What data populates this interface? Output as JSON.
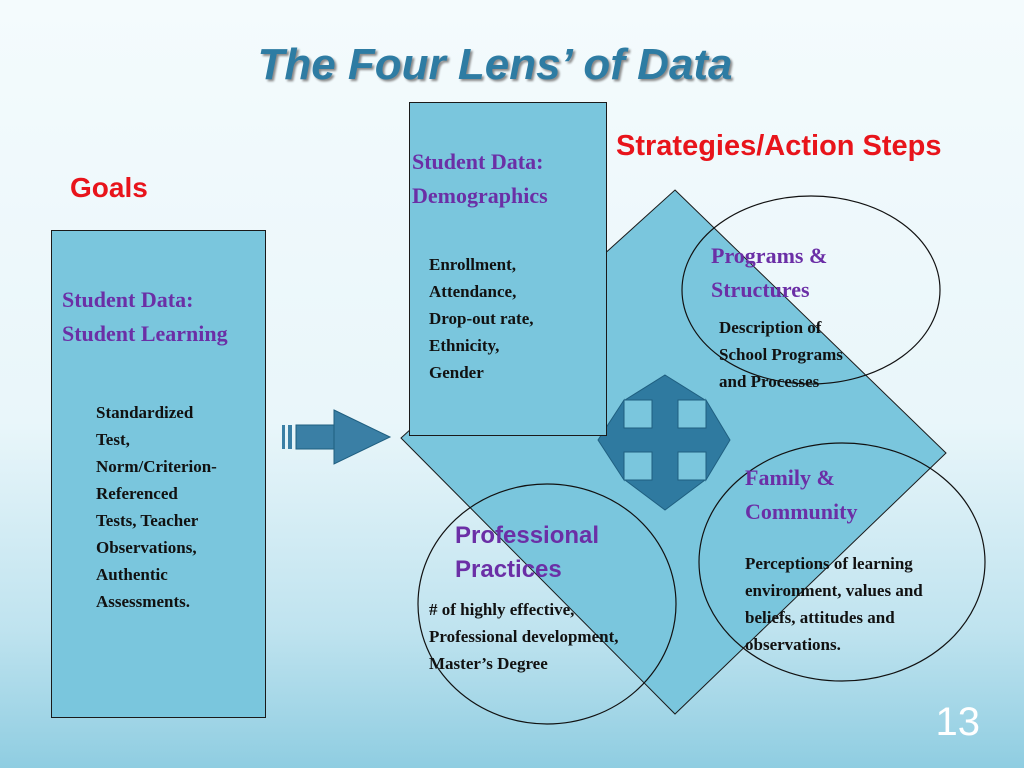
{
  "title": "The Four Lens’ of Data",
  "goals_label": "Goals",
  "strategies_label": "Strategies/Action Steps",
  "student_learning": {
    "heading": [
      "Student Data:",
      "Student Learning"
    ],
    "body": [
      "Standardized",
      "Test,",
      "Norm/Criterion-",
      "Referenced",
      "Tests, Teacher",
      "Observations,",
      "Authentic",
      "Assessments."
    ]
  },
  "demographics": {
    "heading": [
      "Student Data:",
      "Demographics"
    ],
    "body": [
      "Enrollment,",
      "Attendance,",
      "Drop-out rate,",
      "Ethnicity,",
      "Gender"
    ]
  },
  "programs": {
    "heading": [
      "Programs &",
      "Structures"
    ],
    "body": [
      "Description of",
      "School Programs",
      "and Processes"
    ]
  },
  "family": {
    "heading": [
      "Family &",
      "Community"
    ],
    "body": [
      "Perceptions of learning",
      "environment, values and",
      "beliefs, attitudes and",
      "observations."
    ]
  },
  "professional": {
    "heading": [
      "Professional",
      "Practices"
    ],
    "body": [
      "# of highly effective,",
      "Professional development,",
      "Master’s Degree"
    ]
  },
  "slide_number": "13",
  "colors": {
    "title": "#2e7ca3",
    "label_red": "#e8141b",
    "box_fill": "#7ac6dd",
    "heading_purple": "#6b2fa6",
    "arrow_fill": "#2f7aa0"
  }
}
